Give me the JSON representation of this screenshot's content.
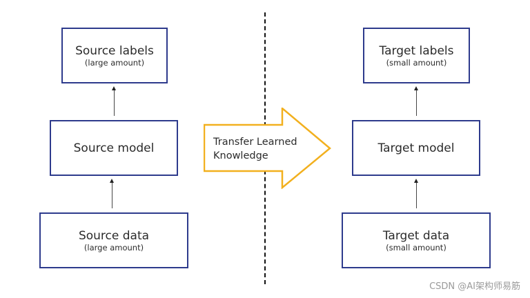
{
  "source": {
    "labels": {
      "title": "Source labels",
      "sub": "(large amount)"
    },
    "model": {
      "title": "Source model"
    },
    "data": {
      "title": "Source data",
      "sub": "(large amount)"
    }
  },
  "target": {
    "labels": {
      "title": "Target labels",
      "sub": "(small amount)"
    },
    "model": {
      "title": "Target model"
    },
    "data": {
      "title": "Target data",
      "sub": "(small amount)"
    }
  },
  "transfer": {
    "line1": "Transfer Learned",
    "line2": "Knowledge"
  },
  "watermark": "CSDN @AI架构师易筋",
  "colors": {
    "box_border": "#2d3a8c",
    "transfer_arrow": "#f2b01e",
    "divider": "#111111"
  }
}
